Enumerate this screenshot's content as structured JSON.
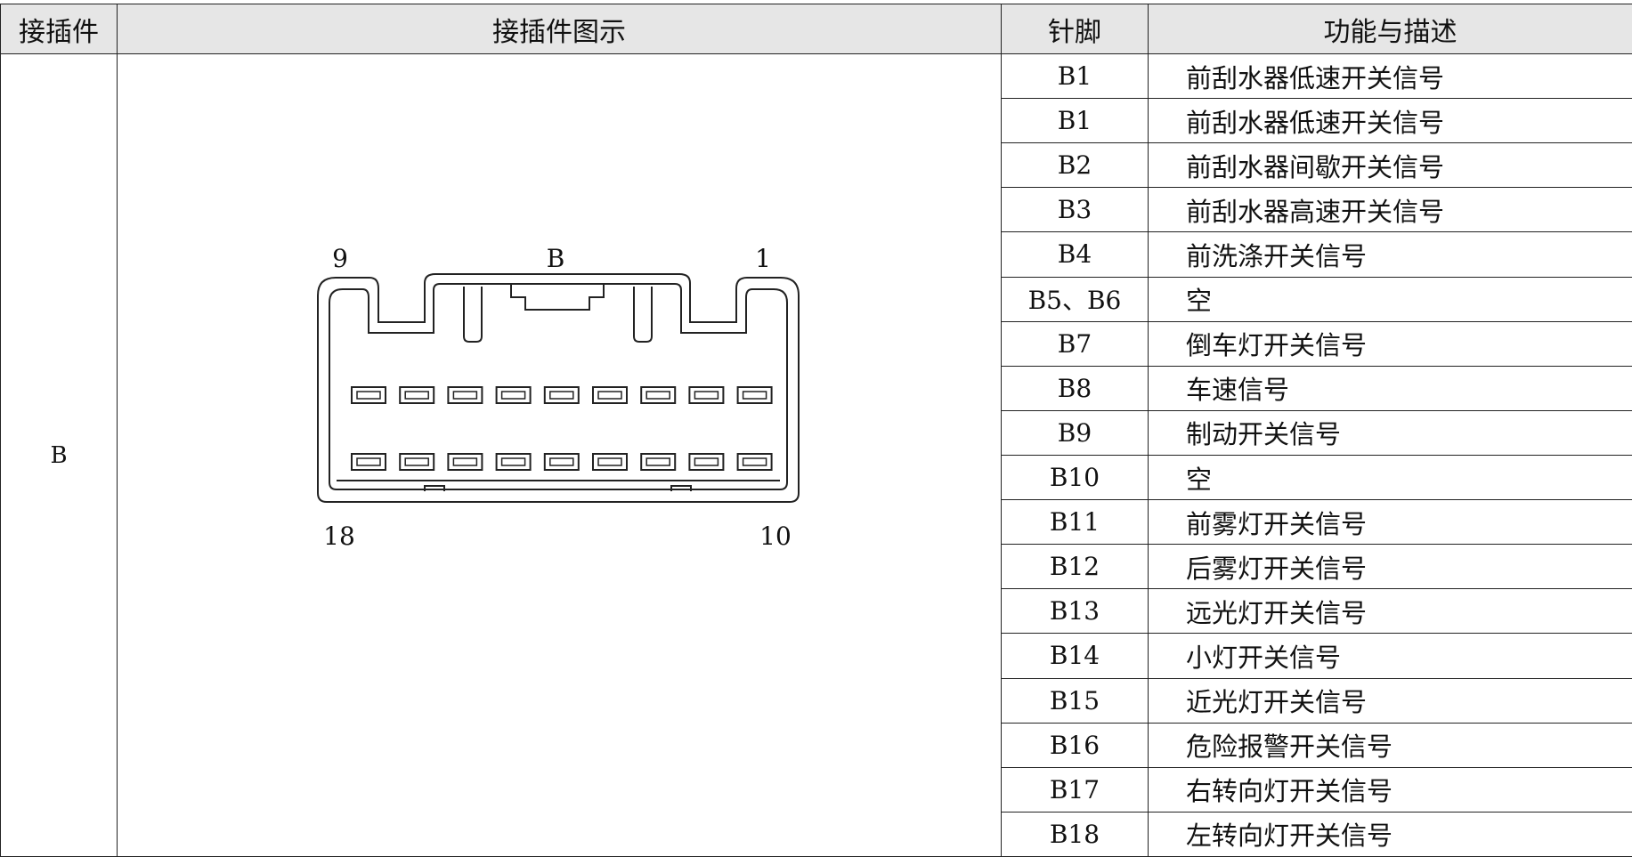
{
  "table": {
    "headers": {
      "connector": "接插件",
      "diagram": "接插件图示",
      "pin": "针脚",
      "function": "功能与描述"
    },
    "connector_name": "B",
    "diagram_labels": {
      "top_left": "9",
      "top_center": "B",
      "top_right": "1",
      "bottom_left": "18",
      "bottom_right": "10"
    },
    "rows": [
      {
        "pin": "B1",
        "desc": "前刮水器低速开关信号"
      },
      {
        "pin": "B1",
        "desc": "前刮水器低速开关信号"
      },
      {
        "pin": "B2",
        "desc": "前刮水器间歇开关信号"
      },
      {
        "pin": "B3",
        "desc": "前刮水器高速开关信号"
      },
      {
        "pin": "B4",
        "desc": "前洗涤开关信号"
      },
      {
        "pin": "B5、B6",
        "desc": "空"
      },
      {
        "pin": "B7",
        "desc": "倒车灯开关信号"
      },
      {
        "pin": "B8",
        "desc": "车速信号"
      },
      {
        "pin": "B9",
        "desc": "制动开关信号"
      },
      {
        "pin": "B10",
        "desc": "空"
      },
      {
        "pin": "B11",
        "desc": "前雾灯开关信号"
      },
      {
        "pin": "B12",
        "desc": "后雾灯开关信号"
      },
      {
        "pin": "B13",
        "desc": "远光灯开关信号"
      },
      {
        "pin": "B14",
        "desc": "小灯开关信号"
      },
      {
        "pin": "B15",
        "desc": "近光灯开关信号"
      },
      {
        "pin": "B16",
        "desc": "危险报警开关信号"
      },
      {
        "pin": "B17",
        "desc": "右转向灯开关信号"
      },
      {
        "pin": "B18",
        "desc": "左转向灯开关信号"
      }
    ]
  }
}
